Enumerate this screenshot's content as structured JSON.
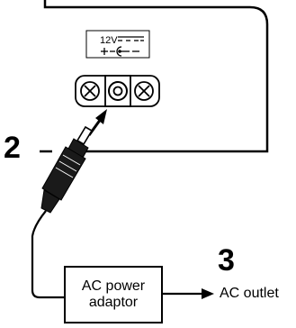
{
  "power_rating": {
    "voltage": "12V"
  },
  "steps": {
    "connect_jack": "2",
    "plug_outlet": "3"
  },
  "adaptor": {
    "line1": "AC power",
    "line2": "adaptor"
  },
  "outlet": {
    "label": "AC outlet"
  },
  "colors": {
    "ink": "#000000",
    "background": "#ffffff",
    "panel_fill": "#ffffff",
    "plug_body": "#1a1a1a"
  }
}
